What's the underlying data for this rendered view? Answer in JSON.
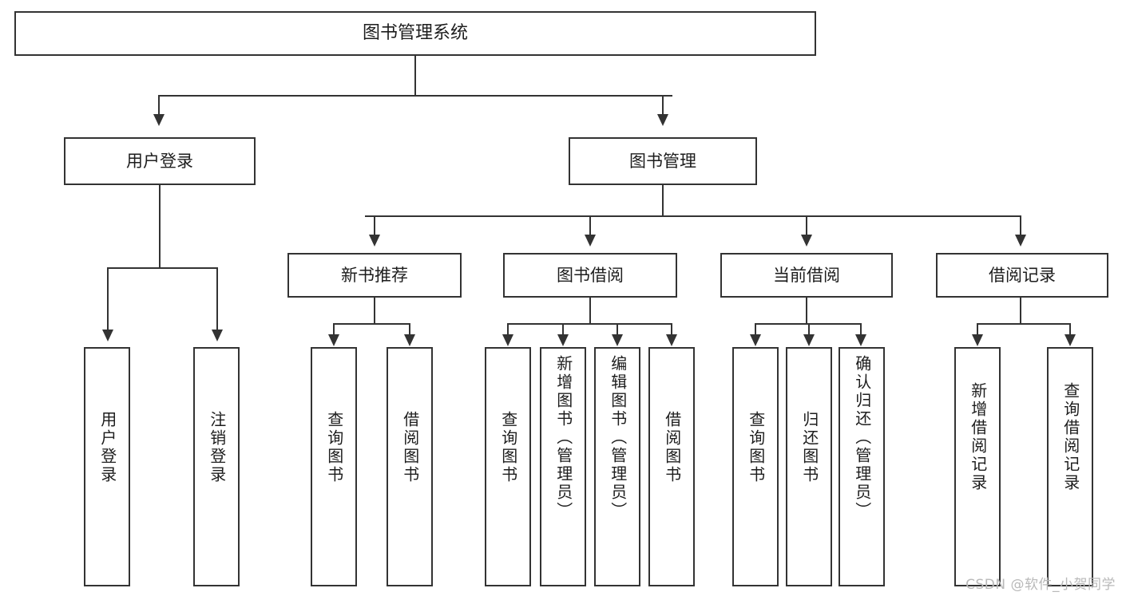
{
  "diagram": {
    "title": "图书管理系统",
    "type": "functional-structure-tree",
    "root": {
      "label": "图书管理系统"
    },
    "level2": [
      {
        "label": "用户登录"
      },
      {
        "label": "图书管理"
      }
    ],
    "level3": [
      {
        "label": "新书推荐"
      },
      {
        "label": "图书借阅"
      },
      {
        "label": "当前借阅"
      },
      {
        "label": "借阅记录"
      }
    ],
    "leaves": {
      "user_login": [
        {
          "label": "用户登录"
        },
        {
          "label": "注销登录"
        }
      ],
      "new_book_recommend": [
        {
          "label": "查询图书"
        },
        {
          "label": "借阅图书"
        }
      ],
      "book_borrow": [
        {
          "label": "查询图书"
        },
        {
          "label": "新增图书（管理员）"
        },
        {
          "label": "编辑图书（管理员）"
        },
        {
          "label": "借阅图书"
        }
      ],
      "current_borrow": [
        {
          "label": "查询图书"
        },
        {
          "label": "归还图书"
        },
        {
          "label": "确认归还（管理员）"
        }
      ],
      "borrow_record": [
        {
          "label": "新增借阅记录"
        },
        {
          "label": "查询借阅记录"
        }
      ]
    },
    "watermark": "CSDN @软件_小贺同学",
    "colors": {
      "border": "#333333",
      "fill": "#ffffff",
      "text": "#1d1d1d",
      "watermark": "#b9b9b9"
    }
  }
}
